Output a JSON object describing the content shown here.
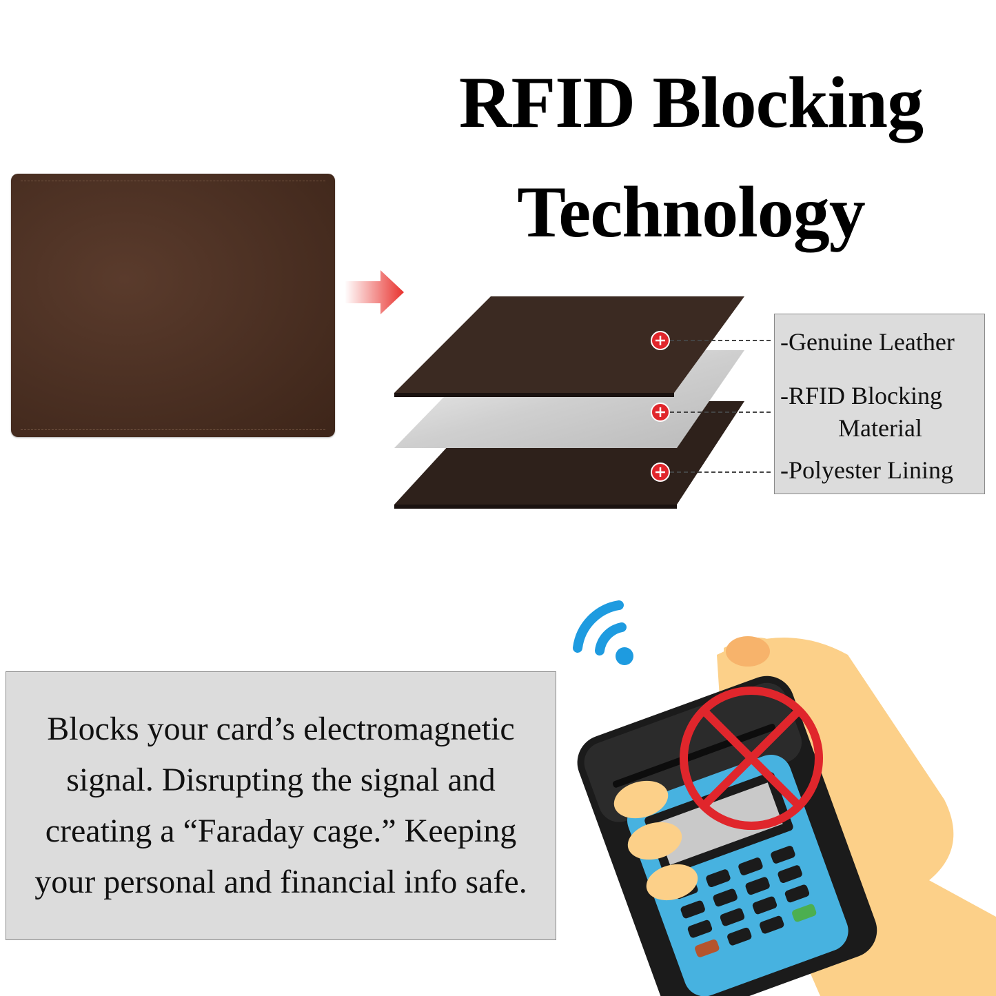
{
  "title": {
    "line1": "RFID Blocking",
    "line2": "Technology"
  },
  "legend": {
    "item1": "-Genuine Leather",
    "item2": "-RFID Blocking",
    "item2b": "Material",
    "item3": "-Polyester Lining"
  },
  "description": "Blocks your card’s electromagnetic signal. Disrupting the signal and creating a “Faraday cage.” Keeping your personal and financial info safe.",
  "colors": {
    "leather": "#4a2f22",
    "panel": "#dcdcdc",
    "arrow": "#e8322e",
    "wifi": "#1e9be0",
    "prohibit": "#e0262c",
    "skin": "#fcd089"
  }
}
